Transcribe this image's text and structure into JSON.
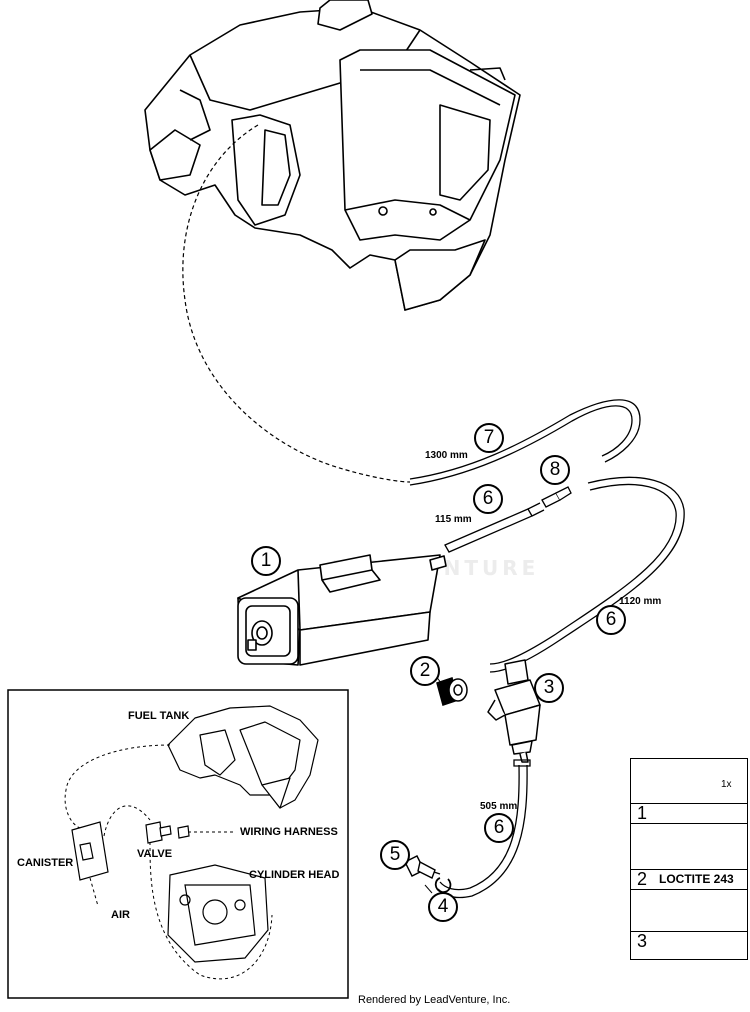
{
  "watermark": "LEADVENTURE",
  "callouts": {
    "c1": "1",
    "c2": "2",
    "c3": "3",
    "c4": "4",
    "c5": "5",
    "c6a": "6",
    "c6b": "6",
    "c6c": "6",
    "c7": "7",
    "c8": "8"
  },
  "lengths": {
    "hose7": "1300 mm",
    "hose6_short": "115 mm",
    "hose6_long": "1120 mm",
    "hose6_valve": "505 mm"
  },
  "inset": {
    "fuel_tank": "FUEL TANK",
    "canister": "CANISTER",
    "valve": "VALVE",
    "wiring_harness": "WIRING HARNESS",
    "cylinder_head": "CYLINDER HEAD",
    "air": "AIR"
  },
  "legend": {
    "row1_num": "1",
    "row1_note": "1x",
    "row2_num": "2",
    "row2_note": "LOCTITE 243",
    "row3_num": "3"
  },
  "footer": "Rendered by LeadVenture, Inc."
}
